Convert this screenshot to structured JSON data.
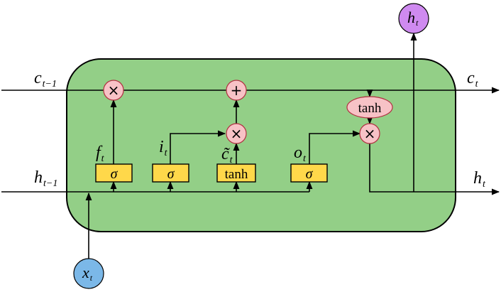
{
  "colors": {
    "cell_fill": "#93cf87",
    "cell_stroke": "#000000",
    "gate_fill": "#ffd84a",
    "op_fill": "#f7c2c6",
    "op_stroke": "#b03040",
    "ht_node_fill": "#cf8af0",
    "xt_node_fill": "#7bb8e8"
  },
  "inputs": {
    "c_prev": {
      "main": "c",
      "sub": "t−1"
    },
    "h_prev": {
      "main": "h",
      "sub": "t−1"
    },
    "x": {
      "main": "x",
      "sub": "t"
    }
  },
  "outputs": {
    "c_out": {
      "main": "c",
      "sub": "t"
    },
    "h_out": {
      "main": "h",
      "sub": "t"
    },
    "h_top": {
      "main": "h",
      "sub": "t"
    }
  },
  "gates": {
    "forget": {
      "symbol": "σ",
      "label_main": "f",
      "label_sub": "t"
    },
    "input": {
      "symbol": "σ",
      "label_main": "i",
      "label_sub": "t"
    },
    "candidate": {
      "symbol": "tanh",
      "label_main": "c̃",
      "label_sub": "t"
    },
    "output": {
      "symbol": "σ",
      "label_main": "o",
      "label_sub": "t"
    }
  },
  "operators": {
    "forget_mult": "×",
    "input_mult": "×",
    "add": "+",
    "output_mult": "×",
    "tanh": "tanh"
  }
}
